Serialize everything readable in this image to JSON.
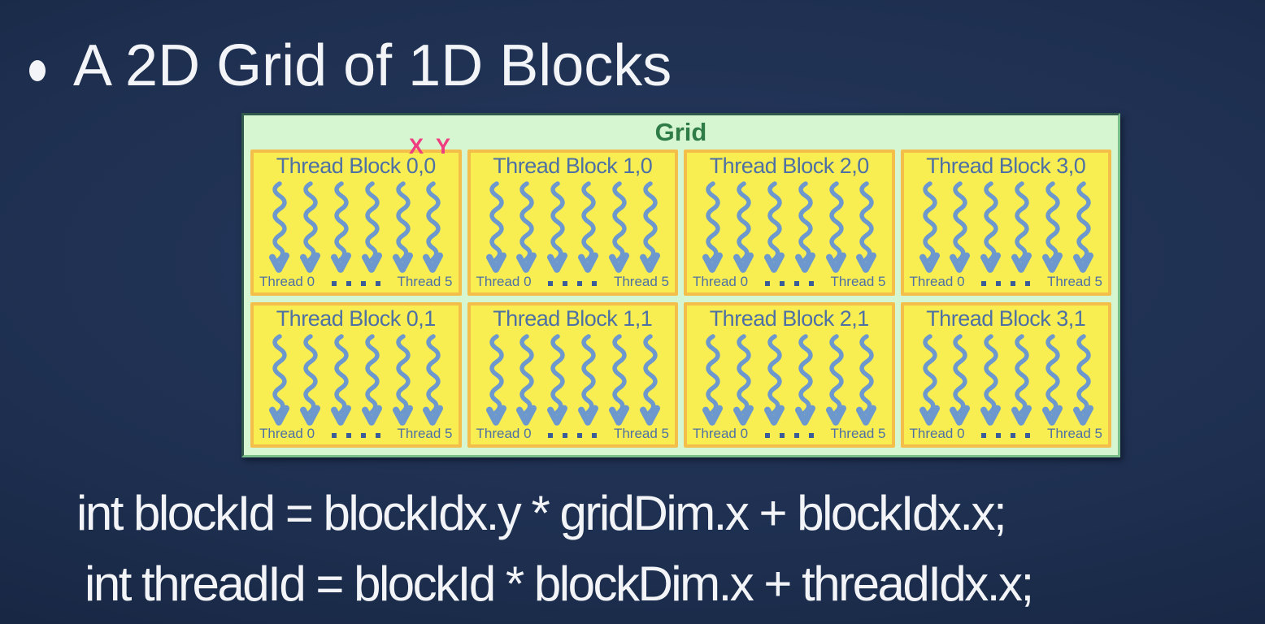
{
  "slide_title": "A 2D Grid of 1D Blocks",
  "diagram": {
    "grid_label": "Grid",
    "axis_labels": {
      "x": "X",
      "y": "Y"
    },
    "threads_per_block": 6,
    "blocks": [
      {
        "label": "Thread Block 0,0",
        "first_thread": "Thread 0",
        "last_thread": "Thread 5"
      },
      {
        "label": "Thread Block 1,0",
        "first_thread": "Thread 0",
        "last_thread": "Thread 5"
      },
      {
        "label": "Thread Block 2,0",
        "first_thread": "Thread 0",
        "last_thread": "Thread 5"
      },
      {
        "label": "Thread Block 3,0",
        "first_thread": "Thread 0",
        "last_thread": "Thread 5"
      },
      {
        "label": "Thread Block 0,1",
        "first_thread": "Thread 0",
        "last_thread": "Thread 5"
      },
      {
        "label": "Thread Block 1,1",
        "first_thread": "Thread 0",
        "last_thread": "Thread 5"
      },
      {
        "label": "Thread Block 2,1",
        "first_thread": "Thread 0",
        "last_thread": "Thread 5"
      },
      {
        "label": "Thread Block 3,1",
        "first_thread": "Thread 0",
        "last_thread": "Thread 5"
      }
    ]
  },
  "code": {
    "lines": [
      "int blockId = blockIdx.y * gridDim.x + blockIdx.x;",
      "int threadId = blockId * blockDim.x + threadIdx.x;"
    ]
  },
  "colors": {
    "background_center": "#26395e",
    "background_edge": "#141f39",
    "text_light": "#f2f4f7",
    "grid_fill": "#d6f6d1",
    "grid_border_dark": "#30584d",
    "grid_border_light": "#7abf8a",
    "grid_label_green": "#2f7c47",
    "block_fill": "#f8ee52",
    "block_border": "#f3bf4a",
    "block_text": "#4e70a4",
    "arrow_blue": "#6d98ce",
    "dot_blue": "#3a5c99",
    "axis_pink": "#f03c80"
  }
}
